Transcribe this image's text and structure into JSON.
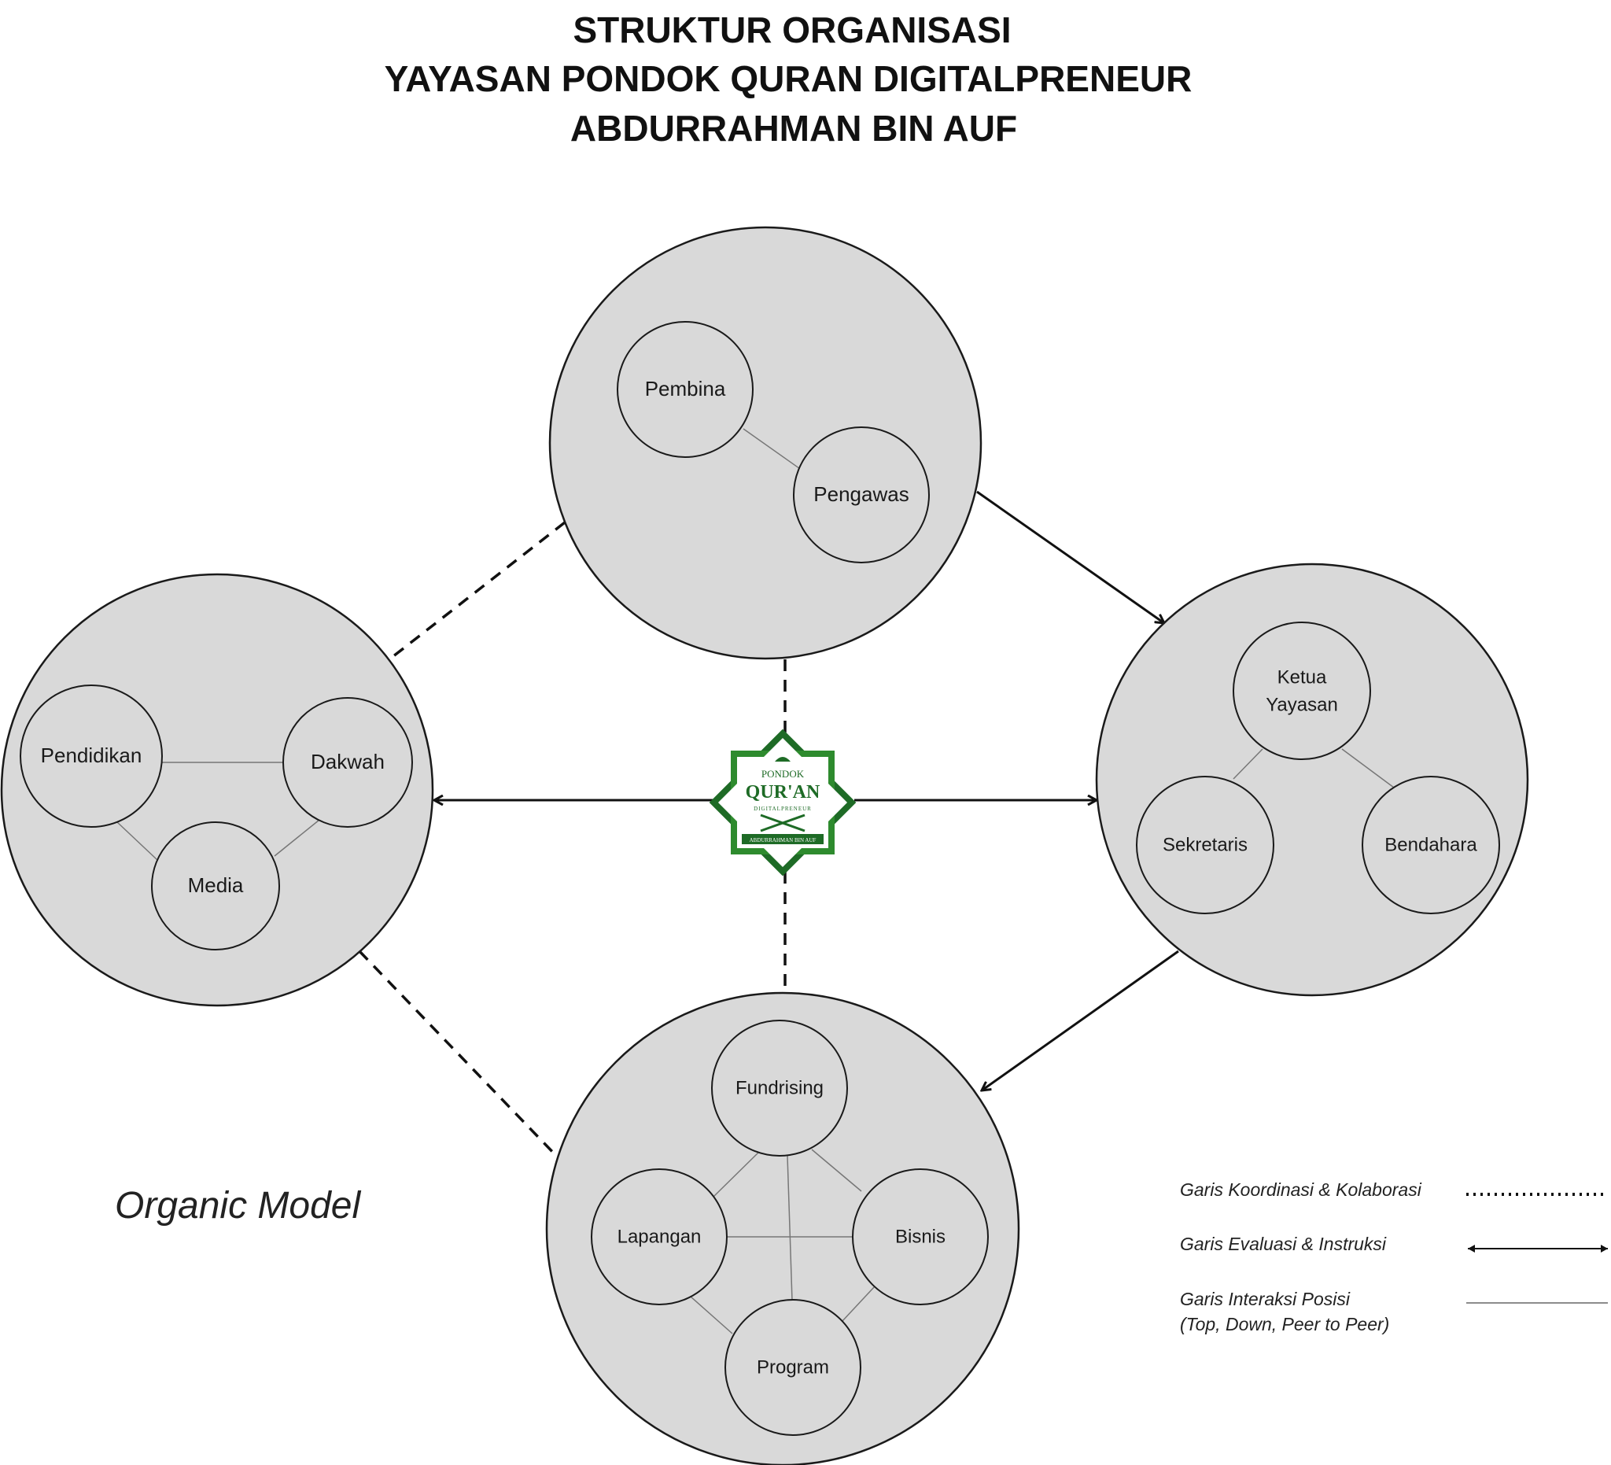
{
  "title": {
    "line1": "STRUKTUR ORGANISASI",
    "line2": "YAYASAN PONDOK QURAN DIGITALPRENEUR",
    "line3": "ABDURRAHMAN BIN AUF"
  },
  "groups": {
    "top": {
      "pembina": "Pembina",
      "pengawas": "Pengawas"
    },
    "right": {
      "ketua_line1": "Ketua",
      "ketua_line2": "Yayasan",
      "sekretaris": "Sekretaris",
      "bendahara": "Bendahara"
    },
    "left": {
      "pendidikan": "Pendidikan",
      "dakwah": "Dakwah",
      "media": "Media"
    },
    "bottom": {
      "fundrising": "Fundrising",
      "lapangan": "Lapangan",
      "bisnis": "Bisnis",
      "program": "Program"
    }
  },
  "logo": {
    "line1": "PONDOK",
    "line2": "QUR'AN",
    "line3": "DIGITALPRENEUR",
    "line4": "ABDURRAHMAN BIN AUF",
    "icon": "pondok-quran-logo",
    "color_primary": "#1e6b26",
    "color_secondary": "#2e8b2e"
  },
  "model_label": "Organic Model",
  "legend": {
    "coordination": "Garis Koordinasi & Kolaborasi",
    "evaluation": "Garis Evaluasi & Instruksi",
    "interaction_line1": "Garis Interaksi Posisi",
    "interaction_line2": "(Top, Down, Peer to Peer)"
  },
  "colors": {
    "circle_fill": "#d9d9d9",
    "stroke": "#1a1a1a"
  }
}
